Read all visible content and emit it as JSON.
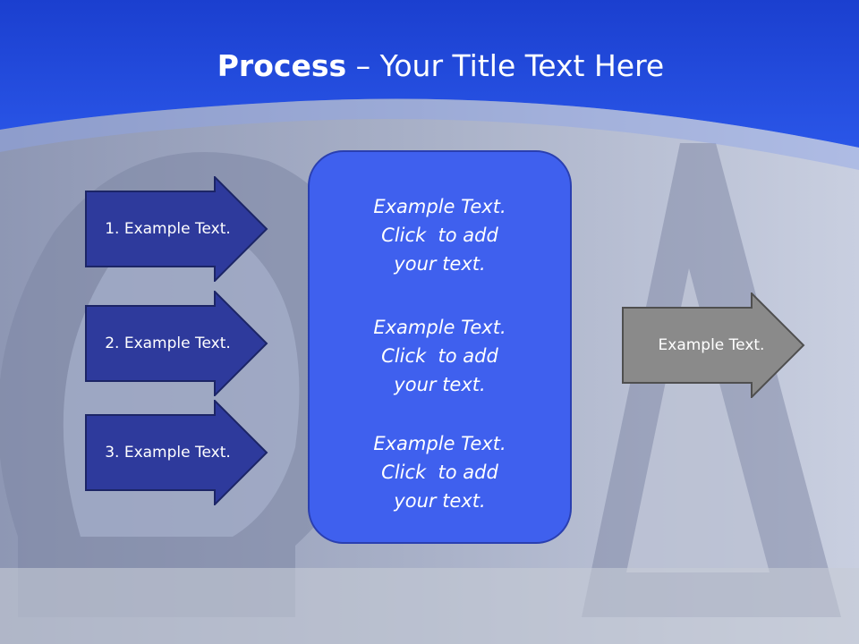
{
  "title": {
    "bold": "Process",
    "rest": " – Your Title Text Here"
  },
  "steps": [
    {
      "label": "1. Example Text."
    },
    {
      "label": "2. Example Text."
    },
    {
      "label": "3. Example Text."
    }
  ],
  "center_blocks": [
    {
      "lines": [
        "Example Text.",
        "Click  to add",
        "your text."
      ]
    },
    {
      "lines": [
        "Example Text.",
        "Click  to add",
        "your text."
      ]
    },
    {
      "lines": [
        "Example Text.",
        "Click  to add",
        "your text."
      ]
    }
  ],
  "output": {
    "label": "Example Text."
  },
  "colors": {
    "header_blue": "#1f45d8",
    "step_arrow": "#2e3a9c",
    "center_box": "#3f60ee",
    "output_arrow": "#8a8a8a"
  }
}
